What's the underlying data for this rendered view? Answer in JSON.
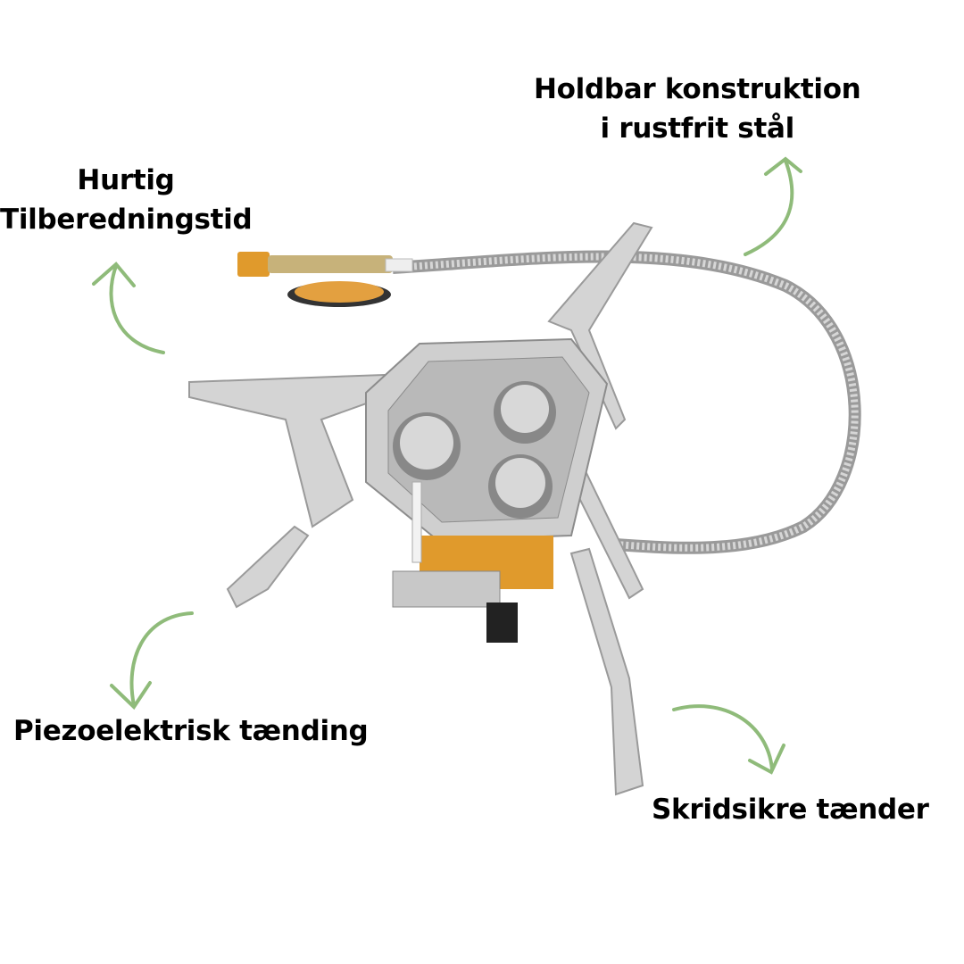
{
  "features": {
    "durable": {
      "line1": "Holdbar konstruktion",
      "line2": "i rustfrit stål"
    },
    "fast": {
      "line1": "Hurtig",
      "line2": "Tilberedningstid"
    },
    "piezo": {
      "line1": "Piezoelektrisk tænding"
    },
    "nonslip": {
      "line1": "Skridsikre tænder"
    }
  },
  "colors": {
    "arrow": "#8fbb7a",
    "steel": "#c9c9c9",
    "brass": "#e09a2c"
  }
}
